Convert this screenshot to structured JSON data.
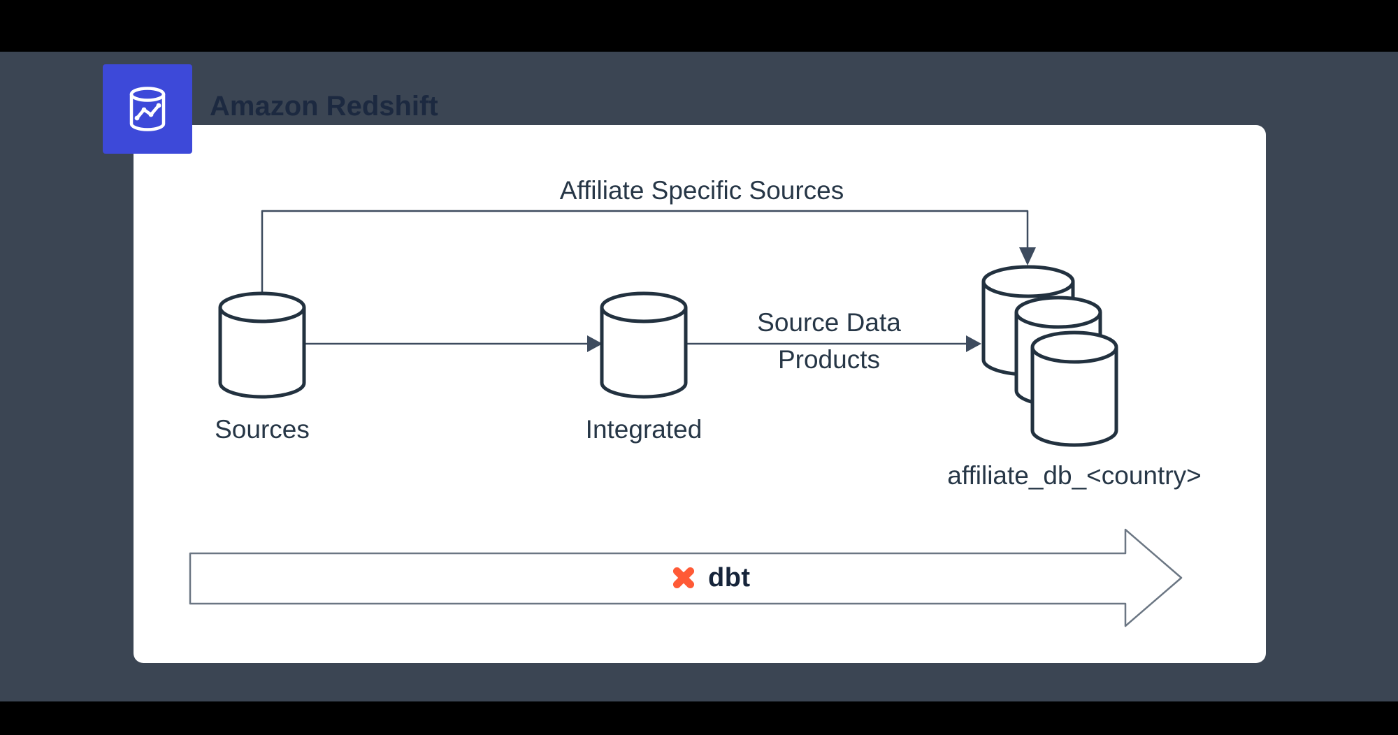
{
  "page": {
    "background_color": "#3b4553",
    "letterbox_color": "#000000",
    "panel_color": "#ffffff"
  },
  "header": {
    "title": "Amazon Redshift",
    "badge_color": "#3d49d9",
    "icon": "redshift-database-chart-icon"
  },
  "labels": {
    "title": "Amazon Redshift",
    "affiliate_specific_sources": "Affiliate Specific Sources",
    "sources": "Sources",
    "integrated": "Integrated",
    "source_data_line1": "Source Data",
    "source_data_line2": "Products",
    "affiliate_db": "affiliate_db_<country>",
    "dbt": "dbt"
  },
  "diagram": {
    "nodes": [
      {
        "id": "sources",
        "label": "Sources",
        "shape": "cylinder"
      },
      {
        "id": "integrated",
        "label": "Integrated",
        "shape": "cylinder"
      },
      {
        "id": "affiliate_db",
        "label": "affiliate_db_<country>",
        "shape": "cylinder-stack-x3"
      }
    ],
    "edges": [
      {
        "from": "sources",
        "to": "affiliate_db",
        "label": "Affiliate Specific Sources",
        "route": "orthogonal-over-top"
      },
      {
        "from": "sources",
        "to": "integrated",
        "label": ""
      },
      {
        "from": "integrated",
        "to": "affiliate_db",
        "label": "Source Data Products"
      }
    ],
    "pipeline_arrow": {
      "tool": "dbt",
      "tool_color": "#ff5a36",
      "direction": "right"
    }
  },
  "colors": {
    "node_stroke": "#22313f",
    "edge_stroke": "#3d4b5e",
    "label_text": "#263646",
    "big_arrow_stroke": "#6b7683",
    "dbt_orange": "#ff5a36"
  }
}
